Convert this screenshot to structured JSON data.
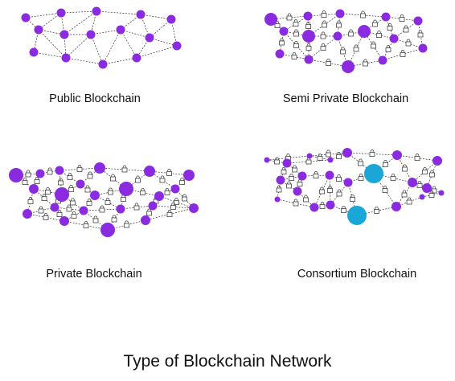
{
  "title": "Type of Blockchain Network",
  "colors": {
    "node": "#8a2be2",
    "consortium_node": "#1ba6d8",
    "edge": "#333333",
    "lock": "#444444"
  },
  "panels": [
    {
      "id": "public",
      "label": "Public Blockchain",
      "locks": false,
      "nodes": [
        [
          32,
          22,
          5.5
        ],
        [
          76,
          16,
          5.5
        ],
        [
          120,
          14,
          5.5
        ],
        [
          175,
          18,
          5.5
        ],
        [
          213,
          24,
          5.5
        ],
        [
          48,
          37,
          5.5
        ],
        [
          80,
          43,
          5.5
        ],
        [
          113,
          43,
          5.5
        ],
        [
          150,
          37,
          5.5
        ],
        [
          186,
          47,
          5.5
        ],
        [
          220,
          57,
          5.5
        ],
        [
          42,
          65,
          5.5
        ],
        [
          82,
          72,
          5.5
        ],
        [
          128,
          80,
          5.5
        ],
        [
          170,
          72,
          5.5
        ]
      ],
      "edges": [
        [
          0,
          1
        ],
        [
          1,
          2
        ],
        [
          2,
          3
        ],
        [
          3,
          4
        ],
        [
          0,
          5
        ],
        [
          1,
          5
        ],
        [
          1,
          6
        ],
        [
          2,
          6
        ],
        [
          2,
          7
        ],
        [
          3,
          8
        ],
        [
          3,
          9
        ],
        [
          4,
          9
        ],
        [
          5,
          6
        ],
        [
          6,
          7
        ],
        [
          7,
          8
        ],
        [
          8,
          9
        ],
        [
          9,
          10
        ],
        [
          4,
          10
        ],
        [
          5,
          11
        ],
        [
          5,
          12
        ],
        [
          6,
          12
        ],
        [
          7,
          12
        ],
        [
          7,
          13
        ],
        [
          8,
          13
        ],
        [
          8,
          14
        ],
        [
          9,
          14
        ],
        [
          10,
          14
        ],
        [
          11,
          12
        ],
        [
          12,
          13
        ],
        [
          13,
          14
        ]
      ]
    },
    {
      "id": "semi",
      "label": "Semi Private Blockchain",
      "locks": true,
      "nodes": [
        [
          337,
          24,
          8
        ],
        [
          383,
          20,
          5.5
        ],
        [
          423,
          17,
          5.5
        ],
        [
          480,
          21,
          5.5
        ],
        [
          520,
          26,
          5.5
        ],
        [
          353,
          39,
          5.5
        ],
        [
          384,
          45,
          8
        ],
        [
          420,
          45,
          5.5
        ],
        [
          453,
          39,
          8
        ],
        [
          490,
          48,
          5.5
        ],
        [
          526,
          60,
          5.5
        ],
        [
          348,
          67,
          5.5
        ],
        [
          384,
          74,
          5.5
        ],
        [
          433,
          83,
          8
        ],
        [
          476,
          75,
          5.5
        ]
      ],
      "edges": [
        [
          0,
          1
        ],
        [
          1,
          2
        ],
        [
          2,
          3
        ],
        [
          3,
          4
        ],
        [
          0,
          5
        ],
        [
          1,
          5
        ],
        [
          1,
          6
        ],
        [
          2,
          6
        ],
        [
          2,
          7
        ],
        [
          3,
          8
        ],
        [
          3,
          9
        ],
        [
          4,
          9
        ],
        [
          5,
          6
        ],
        [
          6,
          7
        ],
        [
          7,
          8
        ],
        [
          8,
          9
        ],
        [
          9,
          10
        ],
        [
          4,
          10
        ],
        [
          5,
          11
        ],
        [
          5,
          12
        ],
        [
          6,
          12
        ],
        [
          7,
          12
        ],
        [
          7,
          13
        ],
        [
          8,
          13
        ],
        [
          8,
          14
        ],
        [
          9,
          14
        ],
        [
          10,
          14
        ],
        [
          11,
          12
        ],
        [
          12,
          13
        ],
        [
          13,
          14
        ]
      ]
    },
    {
      "id": "private",
      "label": "Private Blockchain",
      "locks": true,
      "nodes": [
        [
          20,
          218,
          9
        ],
        [
          50,
          216,
          5.5
        ],
        [
          74,
          212,
          5.5
        ],
        [
          124,
          209,
          7
        ],
        [
          186,
          213,
          7
        ],
        [
          235,
          218,
          7
        ],
        [
          42,
          235,
          6
        ],
        [
          77,
          242,
          9
        ],
        [
          100,
          229,
          5.5
        ],
        [
          118,
          243,
          6
        ],
        [
          157,
          235,
          9
        ],
        [
          198,
          244,
          6
        ],
        [
          218,
          235,
          5.5
        ],
        [
          34,
          266,
          6
        ],
        [
          68,
          258,
          5.5
        ],
        [
          104,
          262,
          5.5
        ],
        [
          150,
          260,
          5.5
        ],
        [
          190,
          256,
          5.5
        ],
        [
          241,
          259,
          6
        ],
        [
          80,
          275,
          6
        ],
        [
          134,
          286,
          9
        ],
        [
          181,
          274,
          6
        ]
      ],
      "edges": [
        [
          0,
          1
        ],
        [
          1,
          2
        ],
        [
          2,
          3
        ],
        [
          3,
          4
        ],
        [
          4,
          5
        ],
        [
          0,
          6
        ],
        [
          1,
          6
        ],
        [
          2,
          7
        ],
        [
          2,
          8
        ],
        [
          3,
          8
        ],
        [
          3,
          10
        ],
        [
          4,
          10
        ],
        [
          4,
          12
        ],
        [
          5,
          12
        ],
        [
          6,
          7
        ],
        [
          7,
          8
        ],
        [
          8,
          9
        ],
        [
          9,
          10
        ],
        [
          10,
          11
        ],
        [
          11,
          12
        ],
        [
          6,
          13
        ],
        [
          6,
          14
        ],
        [
          7,
          14
        ],
        [
          7,
          15
        ],
        [
          9,
          15
        ],
        [
          9,
          16
        ],
        [
          10,
          16
        ],
        [
          11,
          17
        ],
        [
          12,
          18
        ],
        [
          11,
          18
        ],
        [
          13,
          14
        ],
        [
          14,
          15
        ],
        [
          15,
          16
        ],
        [
          16,
          17
        ],
        [
          17,
          18
        ],
        [
          13,
          19
        ],
        [
          14,
          19
        ],
        [
          15,
          19
        ],
        [
          15,
          20
        ],
        [
          16,
          20
        ],
        [
          17,
          21
        ],
        [
          18,
          21
        ],
        [
          19,
          20
        ],
        [
          20,
          21
        ]
      ]
    },
    {
      "id": "consortium",
      "label": "Consortium Blockchain",
      "locks": true,
      "nodes": [
        [
          332,
          199,
          3.5
        ],
        [
          385,
          194,
          3.5
        ],
        [
          432,
          190,
          6
        ],
        [
          494,
          193,
          6
        ],
        [
          544,
          200,
          6
        ],
        [
          357,
          203,
          5.5
        ],
        [
          411,
          199,
          3.5
        ],
        [
          465,
          216,
          12,
          "c"
        ],
        [
          349,
          224,
          5.5
        ],
        [
          376,
          219,
          5.5
        ],
        [
          410,
          218,
          5.5
        ],
        [
          433,
          227,
          5.5
        ],
        [
          513,
          227,
          6
        ],
        [
          531,
          234,
          6
        ],
        [
          345,
          248,
          3.5
        ],
        [
          391,
          258,
          5.5
        ],
        [
          411,
          255,
          5.5
        ],
        [
          444,
          268,
          12,
          "c"
        ],
        [
          493,
          257,
          6
        ],
        [
          549,
          240,
          3.5
        ],
        [
          370,
          238,
          5.5
        ],
        [
          525,
          245,
          3.5
        ]
      ],
      "edges": [
        [
          0,
          1
        ],
        [
          1,
          2
        ],
        [
          2,
          3
        ],
        [
          3,
          4
        ],
        [
          0,
          5
        ],
        [
          5,
          6
        ],
        [
          1,
          6
        ],
        [
          6,
          2
        ],
        [
          2,
          7
        ],
        [
          3,
          7
        ],
        [
          4,
          12
        ],
        [
          4,
          13
        ],
        [
          3,
          12
        ],
        [
          5,
          8
        ],
        [
          5,
          9
        ],
        [
          8,
          9
        ],
        [
          9,
          10
        ],
        [
          10,
          11
        ],
        [
          11,
          7
        ],
        [
          7,
          12
        ],
        [
          12,
          13
        ],
        [
          8,
          14
        ],
        [
          8,
          20
        ],
        [
          20,
          15
        ],
        [
          9,
          20
        ],
        [
          10,
          15
        ],
        [
          10,
          16
        ],
        [
          11,
          16
        ],
        [
          11,
          17
        ],
        [
          16,
          17
        ],
        [
          17,
          18
        ],
        [
          7,
          18
        ],
        [
          12,
          18
        ],
        [
          13,
          19
        ],
        [
          18,
          21
        ],
        [
          21,
          19
        ],
        [
          14,
          15
        ],
        [
          15,
          16
        ]
      ]
    }
  ]
}
